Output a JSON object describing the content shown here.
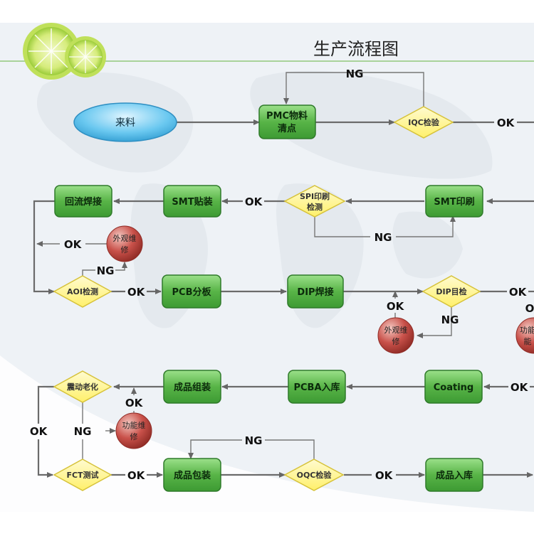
{
  "title": "生产流程图",
  "colors": {
    "process_fill": "#58b447",
    "process_border": "#2f7a2a",
    "decision_fill": "#fff27a",
    "decision_border": "#d6c23a",
    "repair_fill": "#c9514a",
    "start_fill": "#6ac8f0",
    "header_line": "#a9d39a",
    "background": "#eef2f6"
  },
  "nodes": {
    "start": "来料",
    "pmc": [
      "PMC物料",
      "清点"
    ],
    "iqc": "IQC检验",
    "smt_print": "SMT印刷",
    "spi": [
      "SPI印刷",
      "检测"
    ],
    "smt_mount": "SMT贴装",
    "reflow": "回流焊接",
    "aoi": "AOI检测",
    "repair_visual_1": [
      "外观维",
      "修"
    ],
    "pcb_split": "PCB分板",
    "dip_weld": "DIP焊接",
    "dip_inspect": "DIP目检",
    "repair_visual_2": [
      "外观维",
      "修"
    ],
    "repair_function_edge": [
      "功能",
      "能"
    ],
    "coating": "Coating",
    "pcba_store": "PCBA入库",
    "assembly": "成品组装",
    "vibration_aging": "震动老化",
    "repair_function": [
      "功能维",
      "修"
    ],
    "fct": "FCT测试",
    "packing": "成品包装",
    "oqc": "OQC检验",
    "store": "成品入库"
  },
  "labels": {
    "ok": "OK",
    "ng": "NG",
    "edge_ok": "O"
  }
}
